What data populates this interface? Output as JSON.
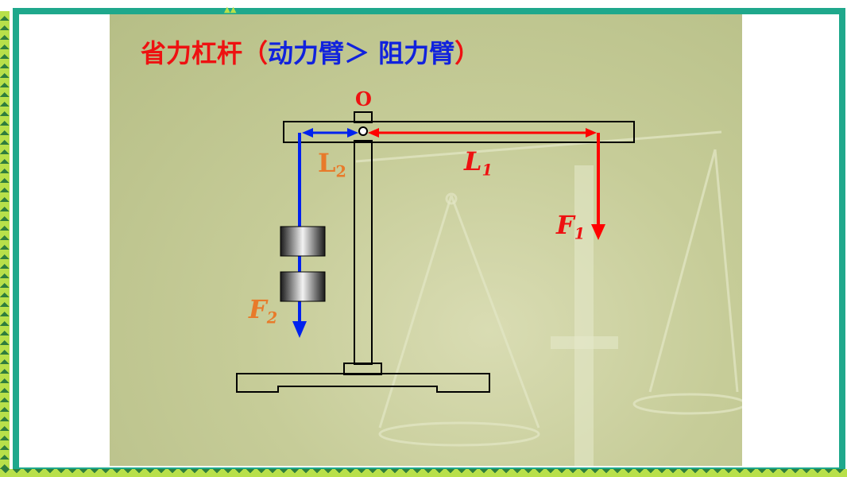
{
  "title": {
    "part1": "省力杠杆（",
    "part2": "动力臂＞ 阻力臂",
    "part3": "）"
  },
  "labels": {
    "pivot": "O",
    "L1_main": "L",
    "L1_sub": "1",
    "L2_main": "L",
    "L2_sub": "2",
    "F1_main": "F",
    "F1_sub": "1",
    "F2_main": "F",
    "F2_sub": "2"
  },
  "colors": {
    "title_red": "#ee1111",
    "title_blue": "#1122dd",
    "arm_red": "#ff0000",
    "arm_blue": "#0022ee",
    "label_orange": "#e87a2a",
    "frame_teal": "#1fa88c"
  }
}
